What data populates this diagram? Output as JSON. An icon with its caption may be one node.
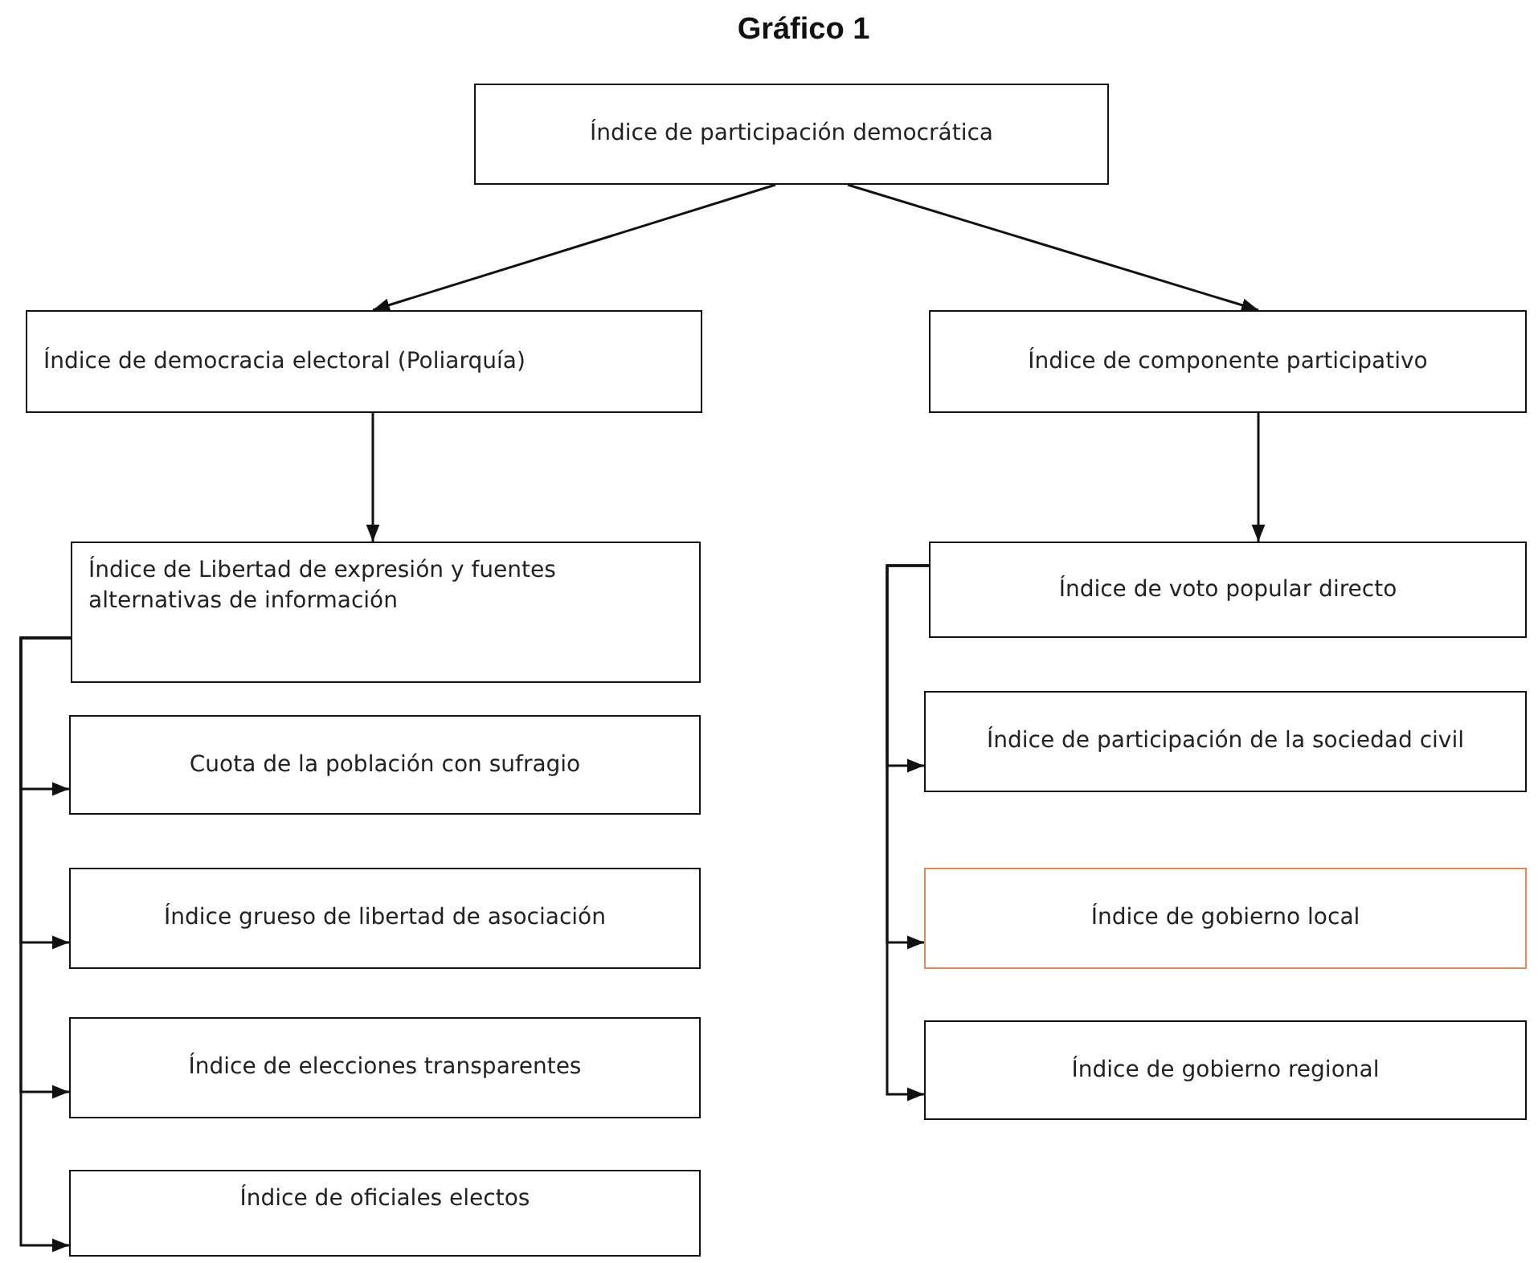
{
  "diagram": {
    "title": "Gráfico 1",
    "nodes": [
      {
        "text": [
          "Índice de participación democrática"
        ]
      },
      {
        "text": [
          "Índice de democracia electoral (Poliarquía)"
        ]
      },
      {
        "text": [
          "Índice de componente participativo"
        ]
      },
      {
        "text": [
          "Índice de Libertad de expresión y fuentes alternativas de información"
        ]
      },
      {
        "text": [
          "Cuota de la población con sufragio"
        ]
      },
      {
        "text": [
          "Índice grueso de libertad de asociación"
        ]
      },
      {
        "text": [
          "Índice de elecciones transparentes"
        ]
      },
      {
        "text": [
          "Índice de oficiales electos"
        ]
      },
      {
        "text": [
          "Índice de voto popular directo"
        ]
      },
      {
        "text": [
          "Índice de participación de la sociedad civil"
        ]
      },
      {
        "text": [
          "Índice de gobierno local"
        ]
      },
      {
        "text": [
          "Índice de gobierno regional"
        ]
      }
    ],
    "edges": [
      {
        "from": 0,
        "to": 1,
        "arrow": "to"
      },
      {
        "from": 0,
        "to": 2,
        "arrow": "to"
      },
      {
        "from": 1,
        "to": 3,
        "arrow": "to"
      },
      {
        "from": 2,
        "to": 8,
        "arrow": "to"
      },
      {
        "from": 3,
        "to": 4,
        "arrow": "to"
      },
      {
        "from": 3,
        "to": 5,
        "arrow": "to"
      },
      {
        "from": 3,
        "to": 6,
        "arrow": "to"
      },
      {
        "from": 3,
        "to": 7,
        "arrow": "to"
      },
      {
        "from": 8,
        "to": 9,
        "arrow": "to"
      },
      {
        "from": 8,
        "to": 10,
        "arrow": "to"
      },
      {
        "from": 8,
        "to": 11,
        "arrow": "to"
      }
    ]
  }
}
